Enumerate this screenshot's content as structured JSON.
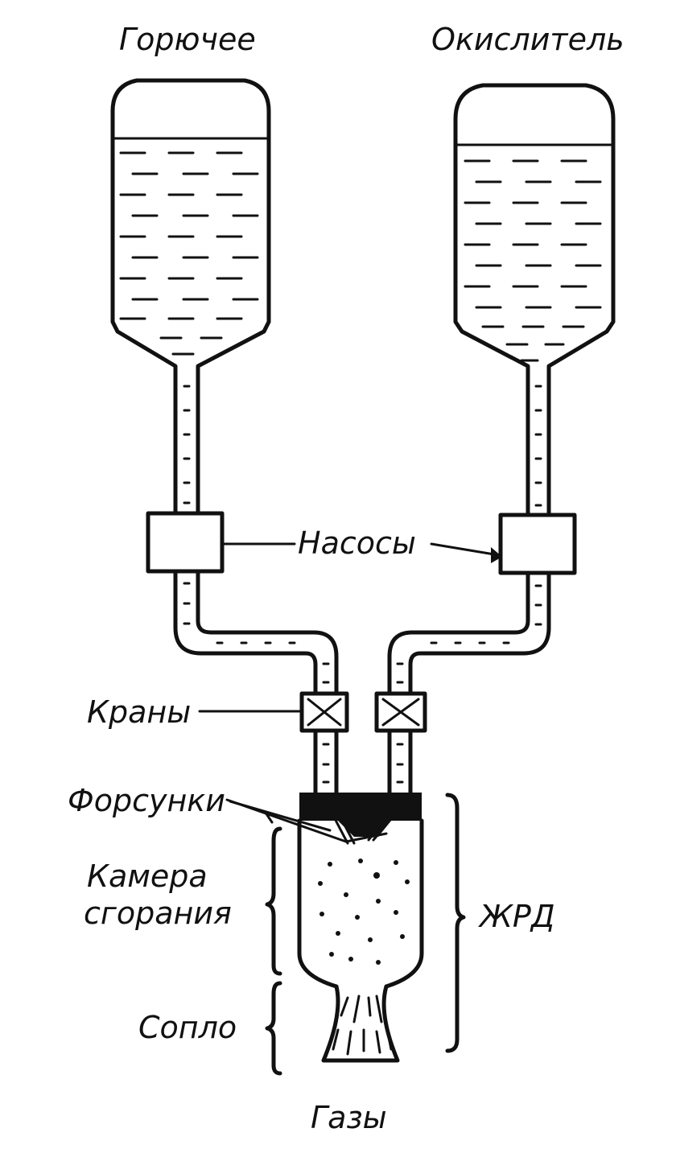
{
  "labels": {
    "fuel": "Горючее",
    "oxidizer": "Окислитель",
    "pumps": "Насосы",
    "valves": "Краны",
    "injectors": "Форсунки",
    "chamber_line1": "Камера",
    "chamber_line2": "сгорания",
    "nozzle": "Сопло",
    "engine": "ЖРД",
    "gases": "Газы"
  }
}
